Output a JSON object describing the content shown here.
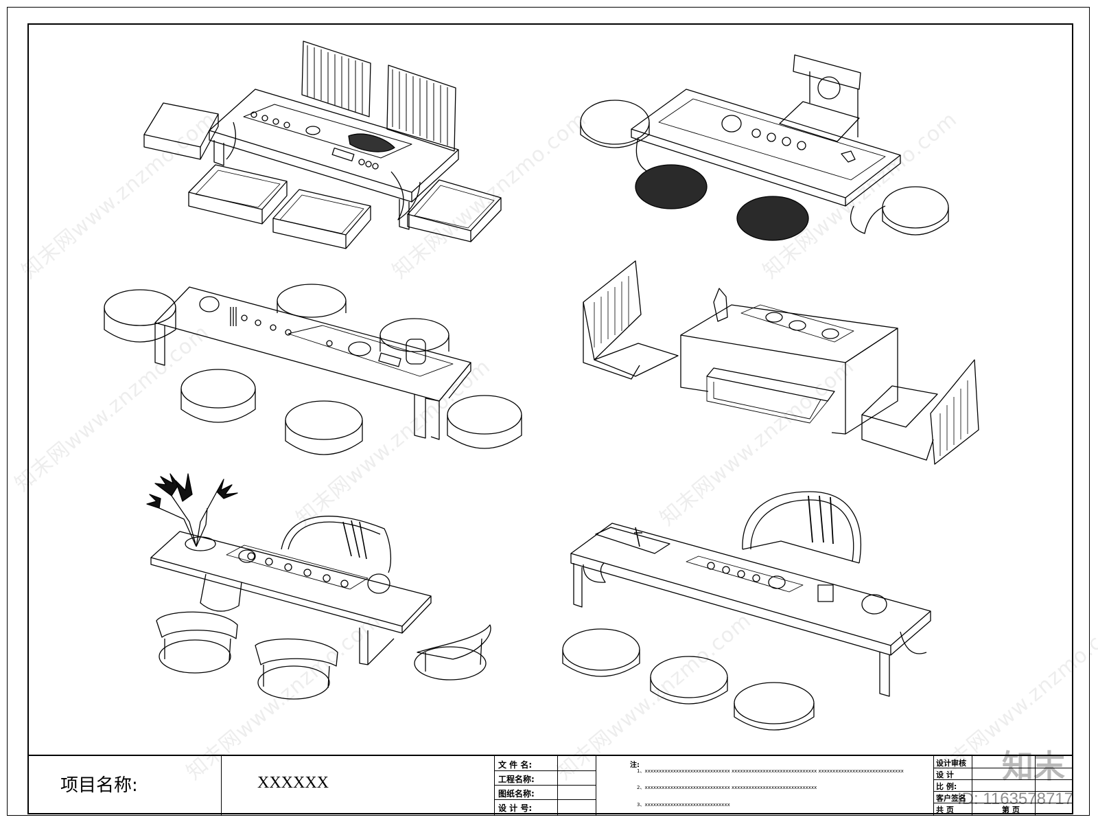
{
  "title_block": {
    "project_label": "项目名称:",
    "project_value": "XXXXXX",
    "fields": [
      "文 件 名:",
      "工程名称:",
      "图纸名称:",
      "设 计 号:"
    ],
    "notes_label": "注:",
    "notes": [
      "1、xxxxxxxxxxxxxxxxxxxxxxxxxxxxxx     xxxxxxxxxxxxxxxxxxxxxxxxxxxxxx     xxxxxxxxxxxxxxxxxxxxxxxxxxxxxx",
      "2、xxxxxxxxxxxxxxxxxxxxxxxxxxxxxx     xxxxxxxxxxxxxxxxxxxxxxxxxxxxxx",
      "3、xxxxxxxxxxxxxxxxxxxxxxxxxxxxxx"
    ],
    "right_fields": [
      "设计审核",
      "设  计",
      "比  例:",
      "客户签名",
      "共    页"
    ],
    "right_suffix": "第    页"
  },
  "watermark": {
    "text": "知末网www.znzmo.com",
    "brand": "知末",
    "image_id": "ID: 1163578717"
  }
}
